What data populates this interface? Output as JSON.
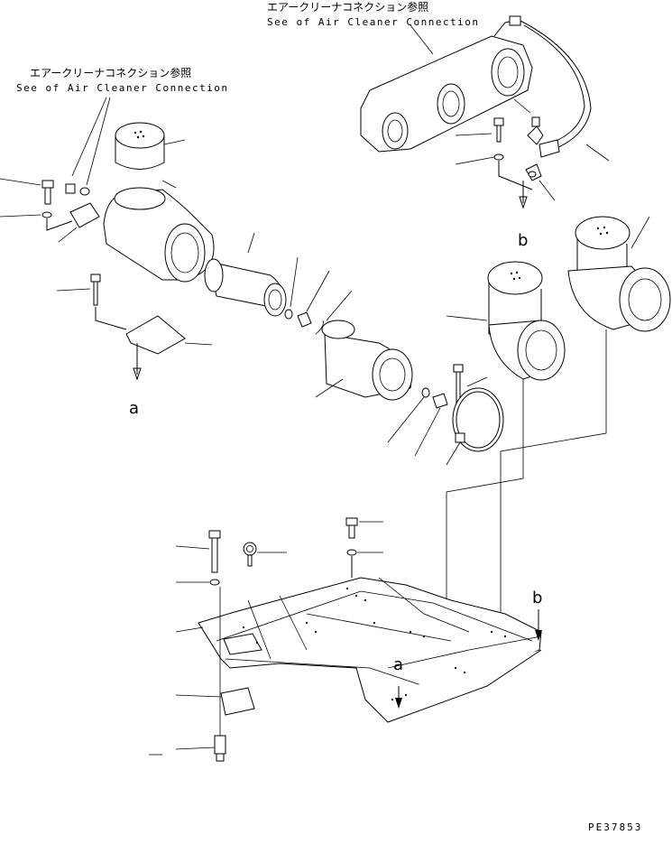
{
  "callouts": {
    "top_right_jp": "エアークリーナコネクション参照",
    "top_right_en": "See of Air Cleaner Connection",
    "left_jp": "エアークリーナコネクション参照",
    "left_en": "See of Air Cleaner Connection"
  },
  "markers": {
    "a_upper": "a",
    "b_upper": "b",
    "a_lower": "a",
    "b_lower": "b"
  },
  "drawing_number": "PE37853",
  "icons": [
    "air-cleaner-assembly",
    "intake-duct",
    "bolt",
    "washer",
    "nut",
    "filter-element",
    "band-clamp",
    "mounting-plate",
    "eyebolt",
    "frame"
  ]
}
